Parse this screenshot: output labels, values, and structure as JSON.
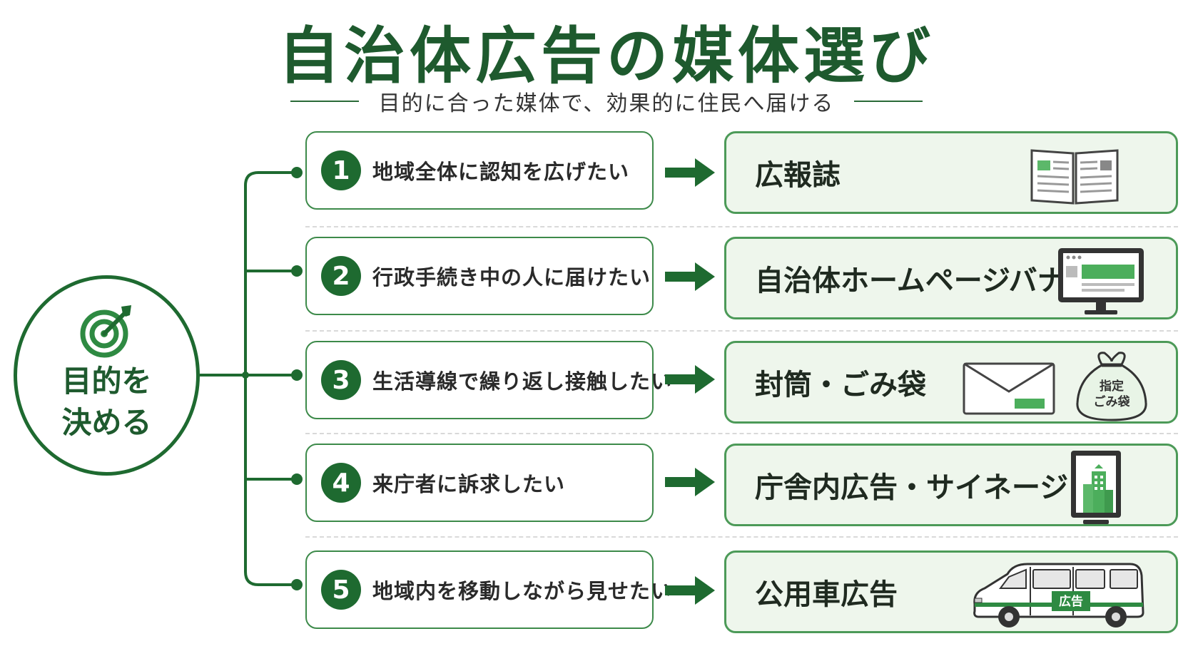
{
  "title": "自治体広告の媒体選び",
  "subtitle": "目的に合った媒体で、効果的に住民へ届ける",
  "goal": {
    "label": "目的を決める",
    "icon": "target-icon"
  },
  "rows": [
    {
      "number": "1",
      "purpose": "地域全体に認知を広げたい",
      "media": "広報誌",
      "icon": "open-magazine-icon"
    },
    {
      "number": "2",
      "purpose": "行政手続き中の人に届けたい",
      "media": "自治体ホームページバナー",
      "icon": "web-banner-monitor-icon"
    },
    {
      "number": "3",
      "purpose": "生活導線で繰り返し接触したい",
      "media": "封筒・ごみ袋",
      "icon": "envelope-and-garbage-bag-icon",
      "bag_label": "指定\nごみ袋"
    },
    {
      "number": "4",
      "purpose": "来庁者に訴求したい",
      "media": "庁舎内広告・サイネージ",
      "icon": "digital-signage-icon"
    },
    {
      "number": "5",
      "purpose": "地域内を移動しながら見せたい",
      "media": "公用車広告",
      "icon": "public-vehicle-van-icon",
      "van_label": "広告"
    }
  ],
  "colors": {
    "primary": "#1e6a30",
    "title": "#1e5a2e",
    "media_bg": "#eef6ec",
    "media_border": "#4c9a58",
    "accent_light": "#5cb86a"
  }
}
